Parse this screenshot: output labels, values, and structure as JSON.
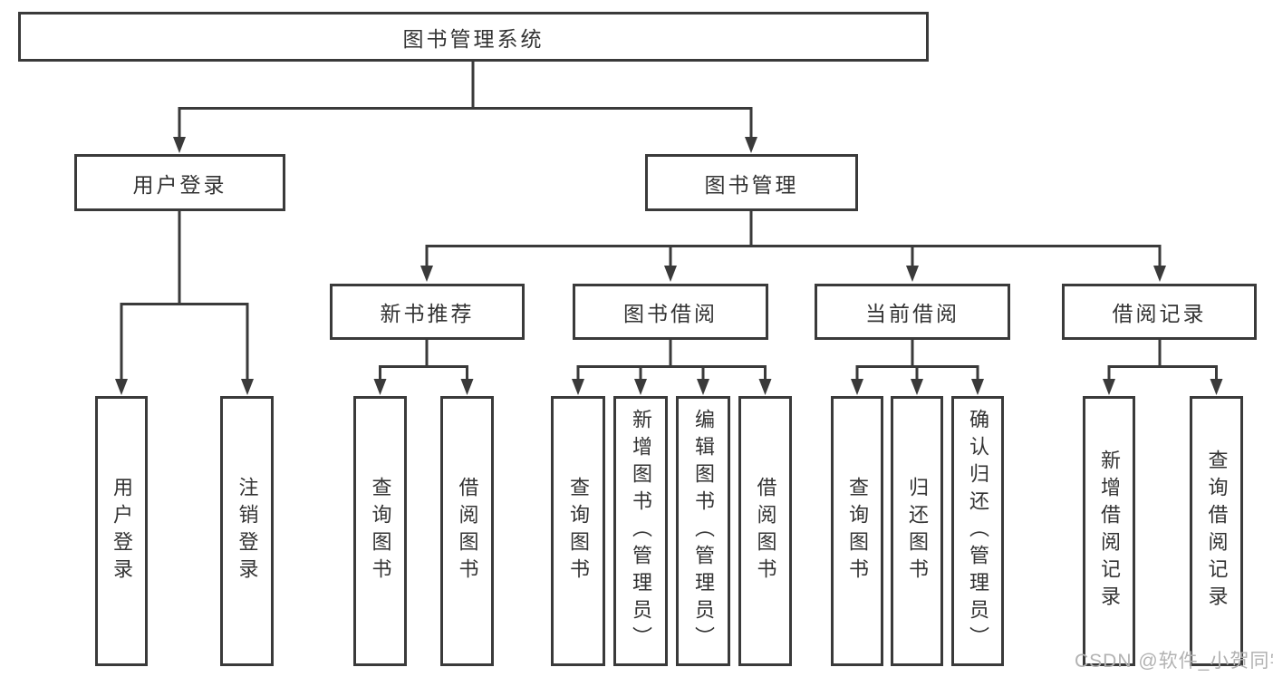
{
  "nodes": {
    "root": "图书管理系统",
    "login": "用户登录",
    "manage": "图书管理",
    "recommend": "新书推荐",
    "borrow": "图书借阅",
    "current": "当前借阅",
    "records": "借阅记录",
    "login_children": [
      "用户登录",
      "注销登录"
    ],
    "recommend_children": [
      "查询图书",
      "借阅图书"
    ],
    "borrow_children": [
      "查询图书",
      "新增图书（管理员）",
      "编辑图书（管理员）",
      "借阅图书"
    ],
    "current_children": [
      "查询图书",
      "归还图书",
      "确认归还（管理员）"
    ],
    "records_children": [
      "新增借阅记录",
      "查询借阅记录"
    ]
  },
  "watermark": "CSDN @软件_小贺同学",
  "colors": {
    "line": "#3a3a3a",
    "text": "#333333",
    "watermark": "#b2b2b2"
  }
}
